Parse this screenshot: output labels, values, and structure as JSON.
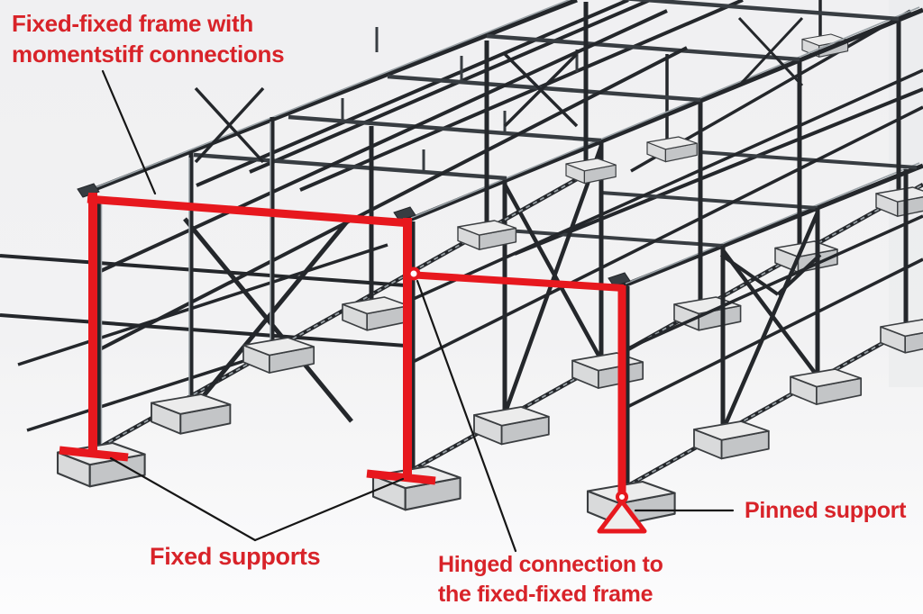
{
  "colors": {
    "highlight_red": "#e7181e",
    "label_red": "#d82329",
    "steel_dark": "#24272b",
    "steel_mid": "#383d42",
    "steel_light": "#9aa2a7",
    "footing_top": "#ececec",
    "footing_left": "#d9dadb",
    "footing_right": "#c3c5c7",
    "outline": "#3b3e41",
    "pointer": "#161616"
  },
  "annotations": {
    "fixed_frame_label": {
      "line1": "Fixed-fixed frame with",
      "line2": "momentstiff connections"
    },
    "fixed_supports_label": "Fixed supports",
    "hinged_connection_label": {
      "line1": "Hinged connection to",
      "line2": "the fixed-fixed frame"
    },
    "pinned_support_label": "Pinned support"
  }
}
